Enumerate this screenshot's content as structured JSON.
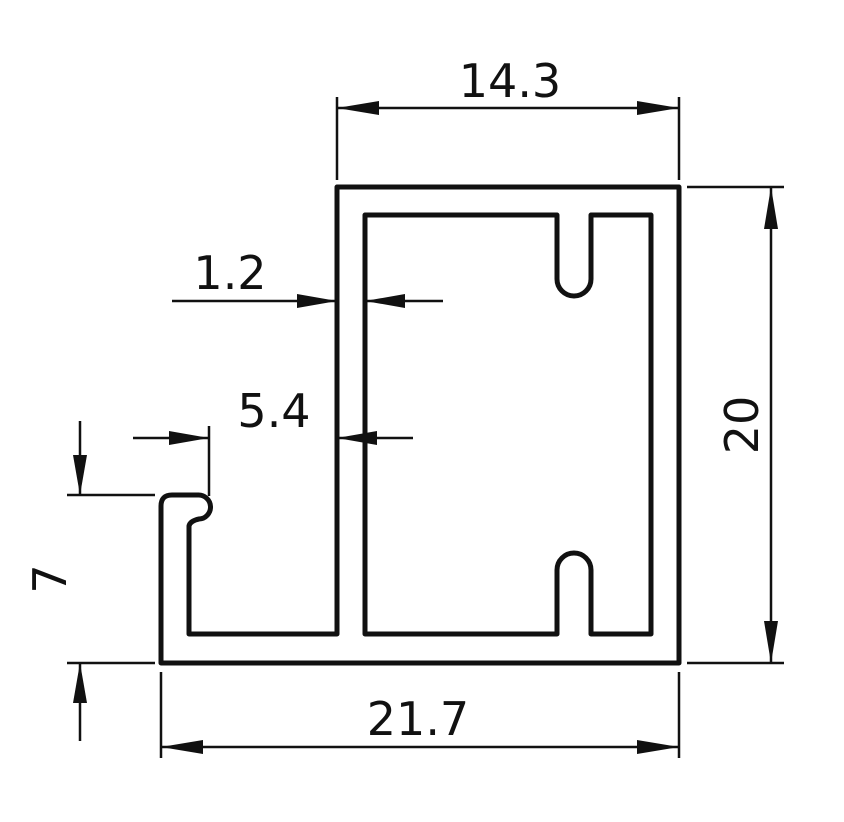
{
  "drawing": {
    "line_color": "#111111",
    "background": "#ffffff"
  },
  "dimensions": {
    "top_width": "14.3",
    "wall_thickness": "1.2",
    "lip_offset": "5.4",
    "height": "20",
    "lip_height": "7",
    "overall_width": "21.7"
  }
}
